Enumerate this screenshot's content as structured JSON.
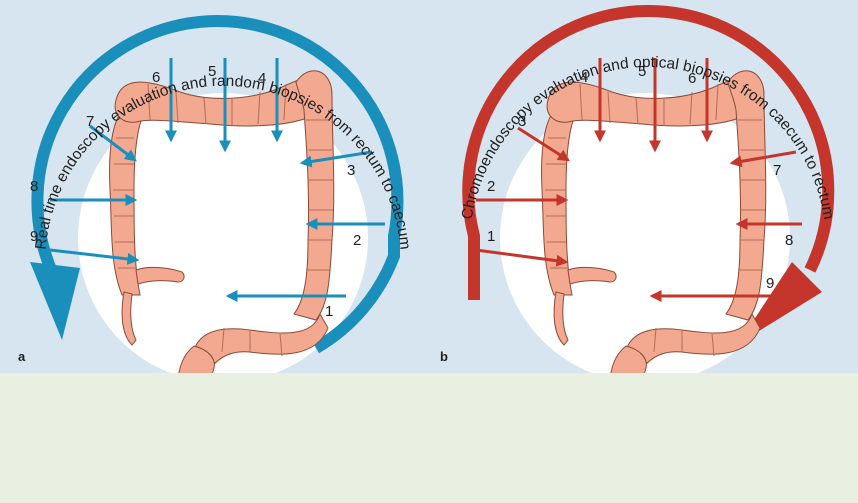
{
  "panel_a": {
    "label": "a",
    "title": "Real time endoscopy evaluation and random biopsies from rectum to caecum",
    "color": "#1a8fbc",
    "numbers": [
      "1",
      "2",
      "3",
      "4",
      "5",
      "6",
      "7",
      "8",
      "9"
    ]
  },
  "panel_b": {
    "label": "b",
    "title": "Chromoendoscopy evaluation and optical biopsies from caecum to rectum",
    "color": "#c4352b",
    "numbers": [
      "1",
      "2",
      "3",
      "4",
      "5",
      "6",
      "7",
      "8",
      "9"
    ]
  },
  "colors": {
    "background": "#d6e5ef",
    "circle": "#ffffff",
    "colon": "#f2a98f",
    "lower_band": "#e9f0e1"
  }
}
